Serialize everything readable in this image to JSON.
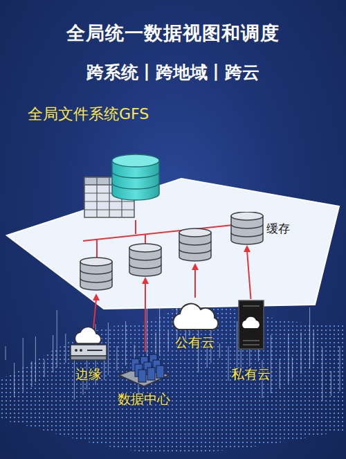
{
  "diagram": {
    "title": "全局统一数据视图和调度",
    "nodes": [
      {
        "text": [
          "边缘"
        ]
      },
      {
        "text": [
          "数据中心"
        ]
      },
      {
        "text": [
          "公有云"
        ]
      },
      {
        "text": [
          "私有云"
        ]
      },
      {
        "text": [
          "缓存"
        ]
      }
    ],
    "edges": [
      {
        "from": 3,
        "to": 4,
        "arrow": "to"
      }
    ],
    "labels": [
      "跨系统丨跨地域丨跨云",
      "全局文件系统GFS"
    ]
  }
}
